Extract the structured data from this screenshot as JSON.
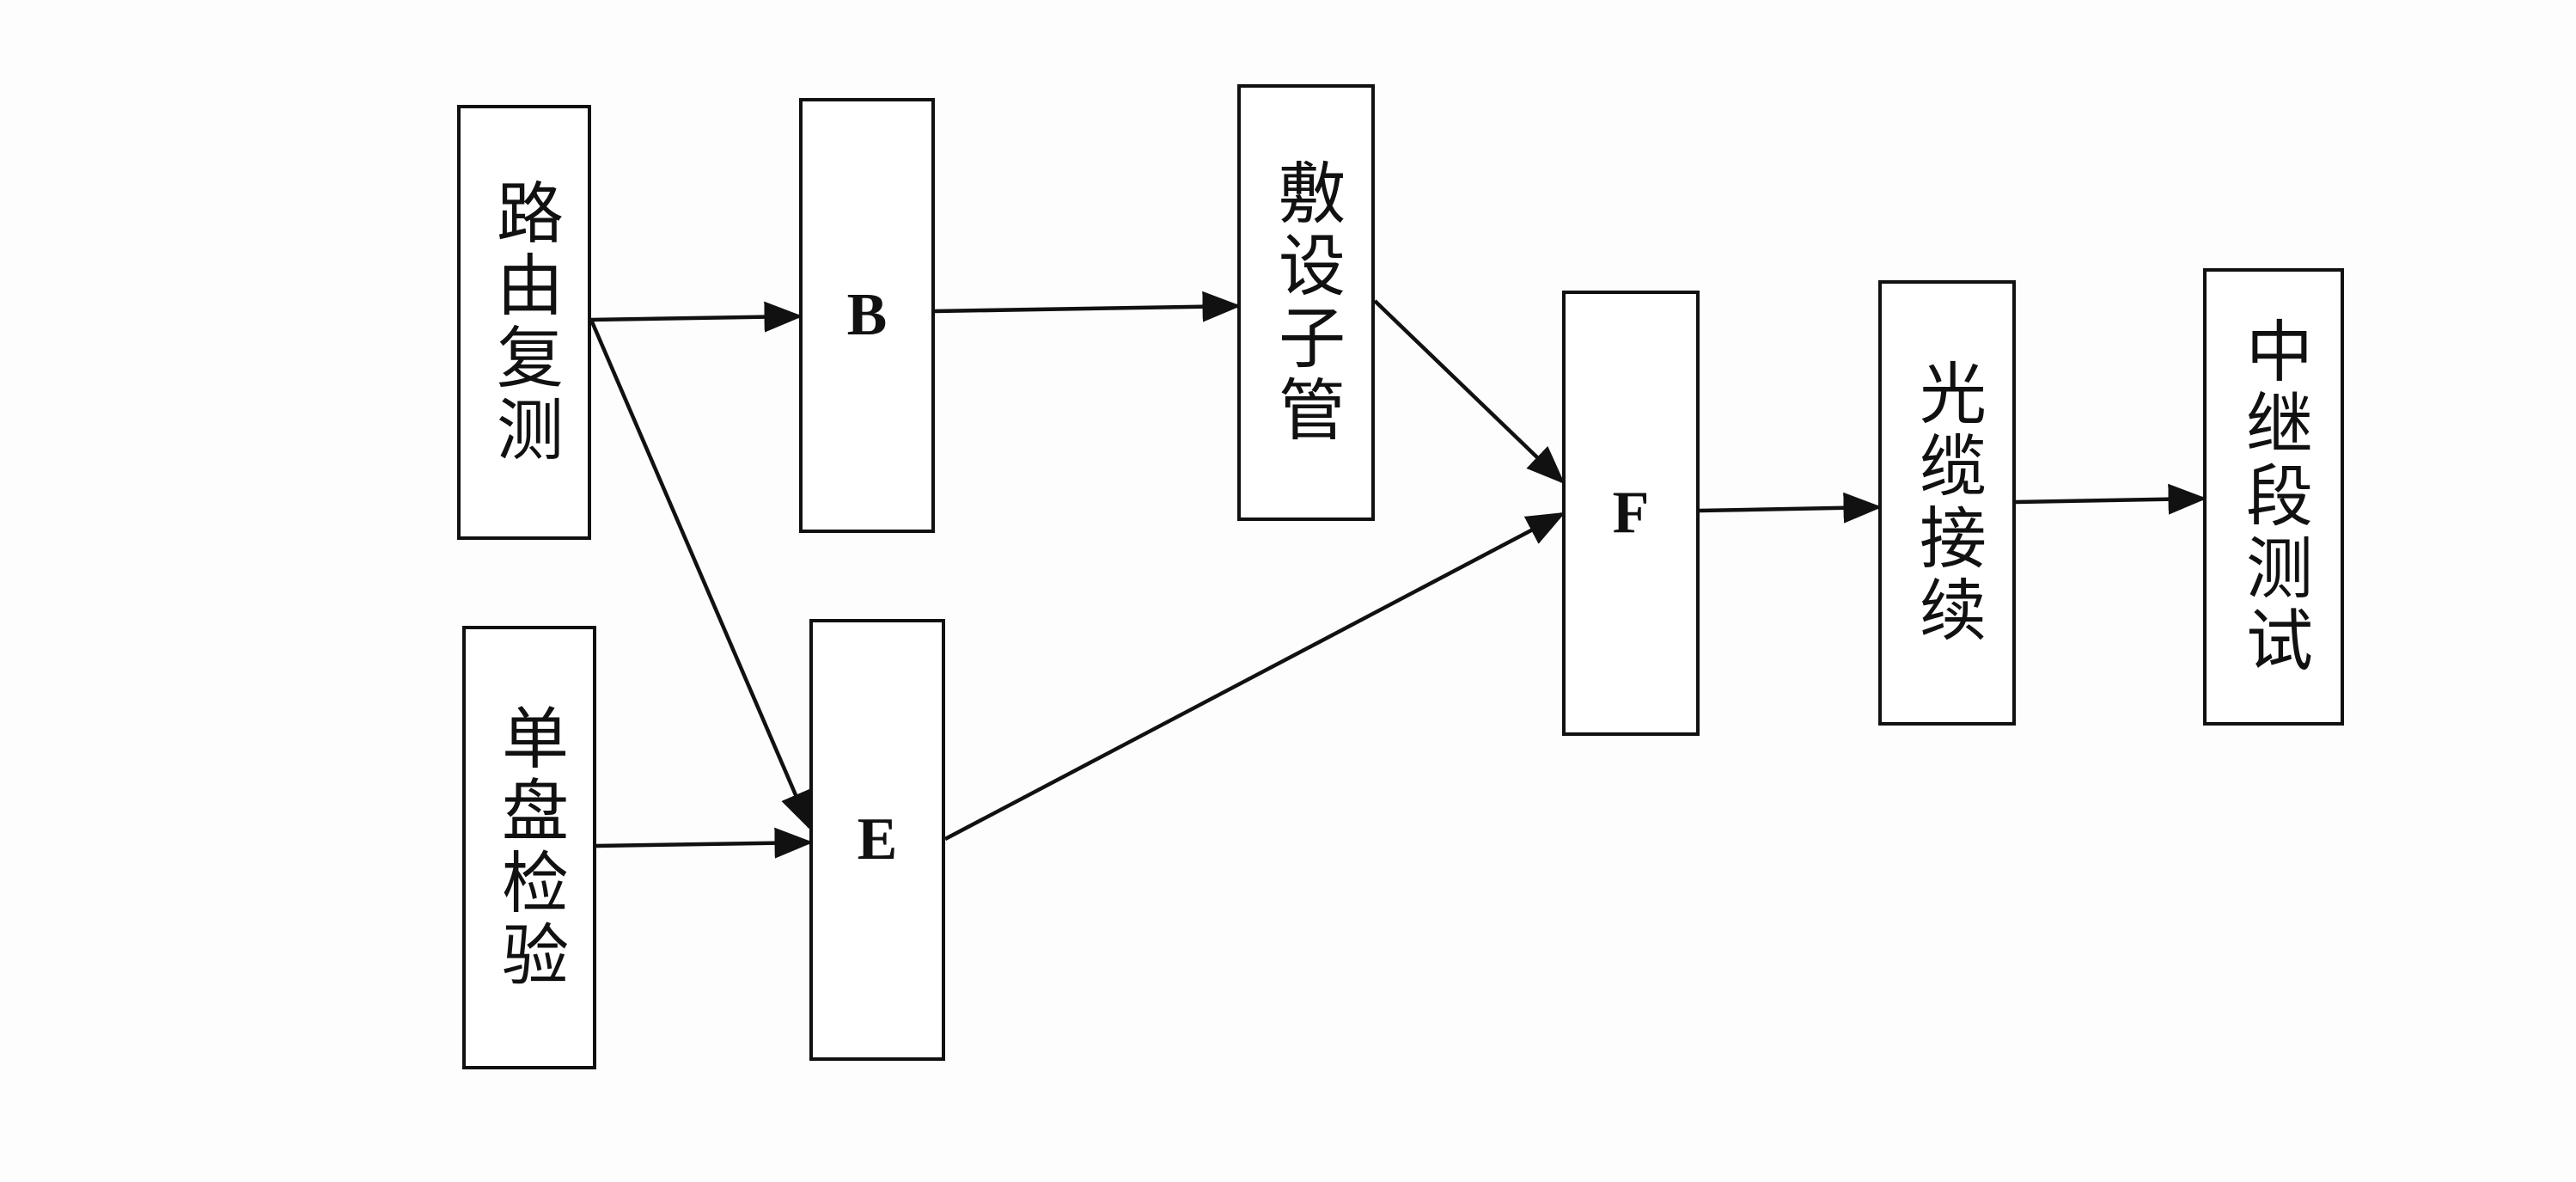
{
  "diagram": {
    "nodes": [
      {
        "id": "route",
        "label": "路由复测"
      },
      {
        "id": "single",
        "label": "单盘检验"
      },
      {
        "id": "b",
        "label": "B"
      },
      {
        "id": "e",
        "label": "E"
      },
      {
        "id": "lay",
        "label": "敷设子管"
      },
      {
        "id": "f",
        "label": "F"
      },
      {
        "id": "splice",
        "label": "光缆接续"
      },
      {
        "id": "test",
        "label": "中继段测试"
      }
    ],
    "edges": [
      {
        "from": "route",
        "to": "b"
      },
      {
        "from": "route",
        "to": "e"
      },
      {
        "from": "single",
        "to": "e"
      },
      {
        "from": "b",
        "to": "lay"
      },
      {
        "from": "lay",
        "to": "f"
      },
      {
        "from": "e",
        "to": "f"
      },
      {
        "from": "f",
        "to": "splice"
      },
      {
        "from": "splice",
        "to": "test"
      }
    ]
  },
  "colors": {
    "stroke": "#111111",
    "background": "#fdfdfd"
  }
}
